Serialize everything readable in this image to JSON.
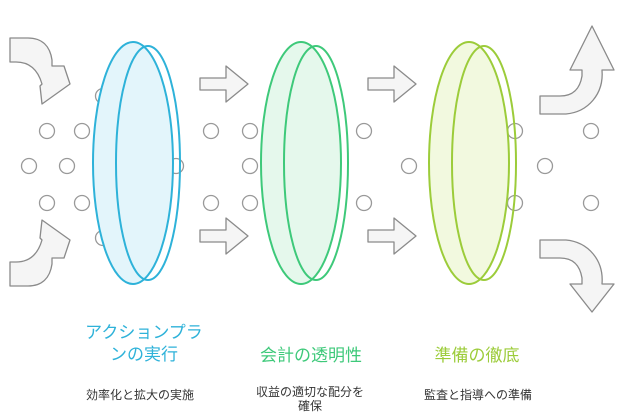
{
  "colors": {
    "stage1": "#2eb2d9",
    "stage2": "#3ec97a",
    "stage3": "#9ccc3a",
    "dot": "#999999",
    "arrow": "#8a8a8a",
    "text": "#333333"
  },
  "stages": [
    {
      "title": "アクションプラ\nンの実行",
      "description": "効率化と拡大の実施"
    },
    {
      "title": "会計の透明性",
      "description": "収益の適切な配分を\n確保"
    },
    {
      "title": "準備の徹底",
      "description": "監査と指導への準備"
    }
  ]
}
